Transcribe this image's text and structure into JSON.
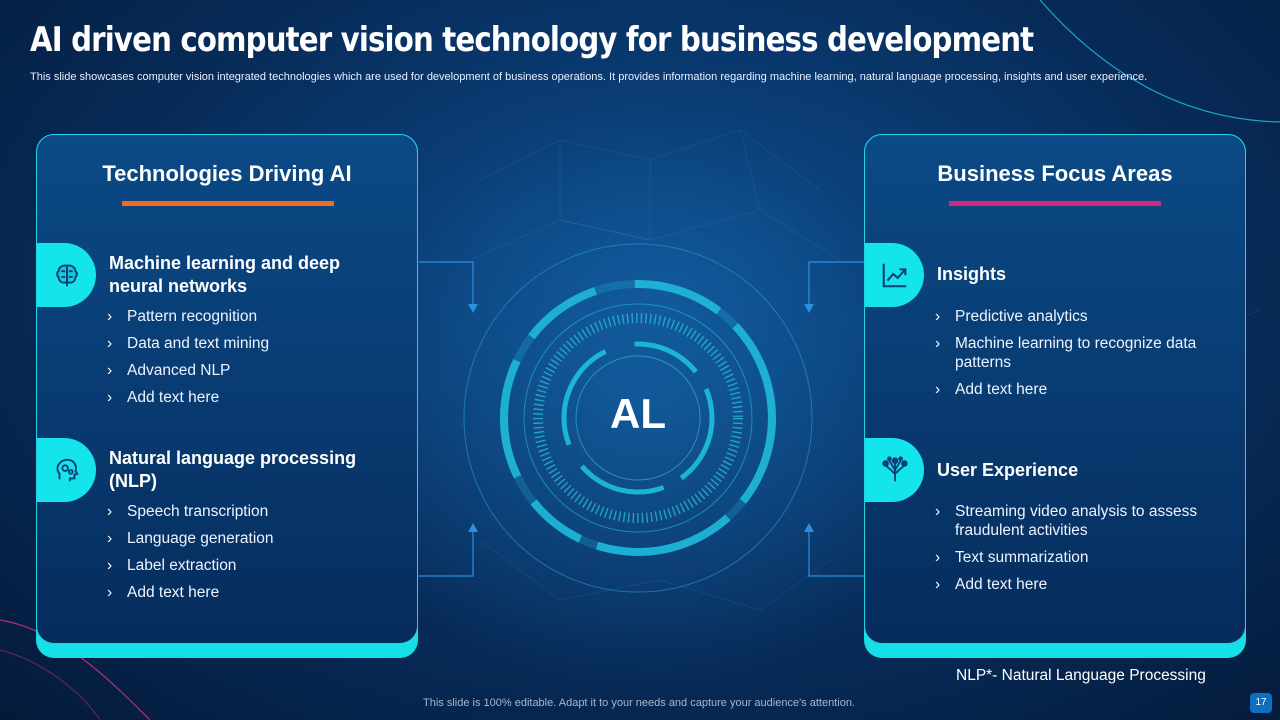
{
  "title": "AI driven computer vision technology for business development",
  "subtitle": "This slide showcases computer vision integrated technologies which are used for development of business operations. It provides information regarding machine learning, natural language processing, insights and user experience.",
  "left_panel": {
    "heading": "Technologies Driving AI",
    "sections": [
      {
        "icon": "brain-icon",
        "title": "Machine learning and deep neural networks",
        "items": [
          "Pattern recognition",
          "Data and text mining",
          "Advanced NLP",
          "Add text here"
        ]
      },
      {
        "icon": "gears-head-icon",
        "title": "Natural language processing (NLP)",
        "items": [
          "Speech transcription",
          "Language generation",
          "Label extraction",
          "Add text here"
        ]
      }
    ]
  },
  "right_panel": {
    "heading": "Business Focus Areas",
    "sections": [
      {
        "icon": "trend-chart-icon",
        "title": "Insights",
        "items": [
          "Predictive analytics",
          "Machine learning to recognize data patterns",
          "Add text here"
        ]
      },
      {
        "icon": "network-tree-icon",
        "title": "User Experience",
        "items": [
          "Streaming video analysis to assess fraudulent  activities",
          "Text summarization",
          "Add text here"
        ]
      }
    ]
  },
  "center_label": "AL",
  "footnote": "NLP*- Natural Language Processing",
  "footer": "This slide is 100% editable. Adapt it to your needs and capture your audience's attention.",
  "page_number": "17",
  "colors": {
    "accent_cyan": "#14e4ec",
    "heading_bar_left": "#f26a21",
    "heading_bar_right": "#d6247f",
    "background": "#0a3d75"
  }
}
